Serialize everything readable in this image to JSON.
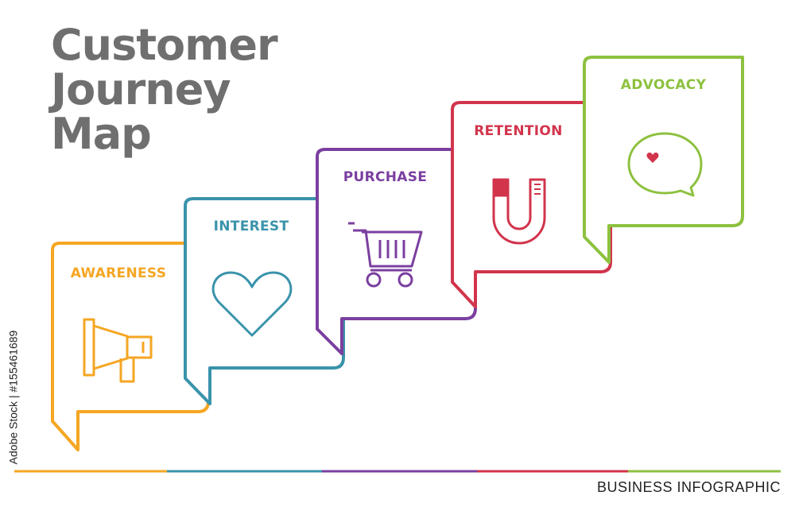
{
  "title": {
    "line1": "Customer",
    "line2": "Journey",
    "line3": "Map"
  },
  "stages": [
    {
      "label": "AWARENESS",
      "icon": "megaphone-icon",
      "color": "#F5A623"
    },
    {
      "label": "INTEREST",
      "icon": "heart-icon",
      "color": "#3A93AB"
    },
    {
      "label": "PURCHASE",
      "icon": "shopping-cart-icon",
      "color": "#7B3FA0"
    },
    {
      "label": "RETENTION",
      "icon": "magnet-icon",
      "color": "#D2344C"
    },
    {
      "label": "ADVOCACY",
      "icon": "speech-bubble-heart-icon",
      "color": "#8DC13F"
    }
  ],
  "footer": {
    "text": "BUSINESS INFOGRAPHIC"
  },
  "watermark": {
    "text": "Adobe Stock | #155461689"
  }
}
